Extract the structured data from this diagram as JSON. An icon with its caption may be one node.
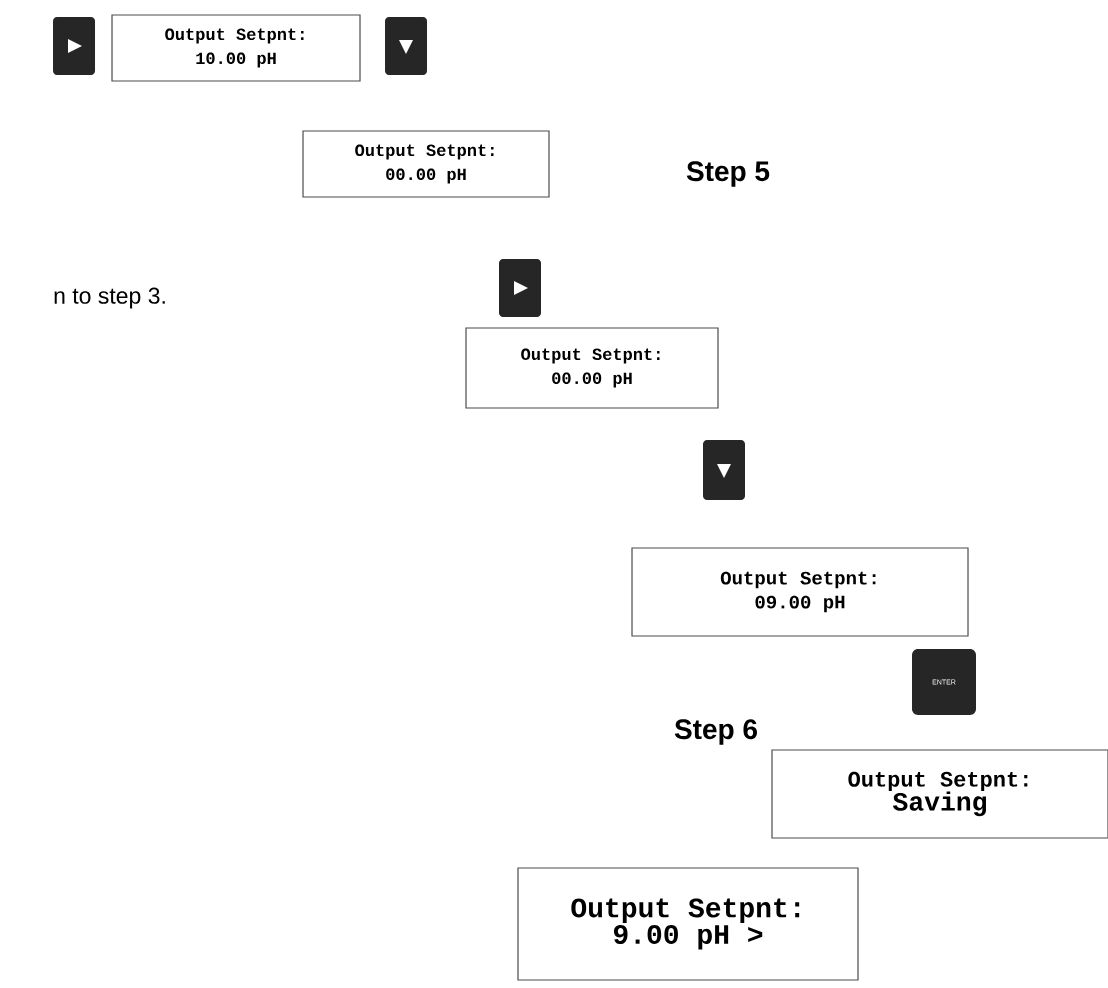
{
  "diagram": {
    "nodes": [
      {
        "text": [],
        "shape": "box"
      },
      {
        "text": [
          "Output Setpnt:",
          "10.00 pH"
        ]
      },
      {
        "text": [],
        "shape": "box"
      },
      {
        "text": [
          "Output Setpnt:",
          "00.00 pH"
        ]
      },
      {
        "text": [],
        "shape": "box"
      },
      {
        "text": [
          "Output Setpnt:",
          "00.00 pH"
        ]
      },
      {
        "text": [],
        "shape": "box"
      },
      {
        "text": [
          "Output Setpnt:",
          "09.00 pH"
        ]
      },
      {
        "text": [
          "ENTER"
        ]
      },
      {
        "text": [
          "Output Setpnt:",
          "Saving"
        ]
      },
      {
        "text": [
          "Output Setpnt:",
          "9.00 pH >"
        ]
      }
    ],
    "edges": [],
    "labels": [
      "Step 5",
      "n to step 3.",
      "Step 6"
    ]
  }
}
